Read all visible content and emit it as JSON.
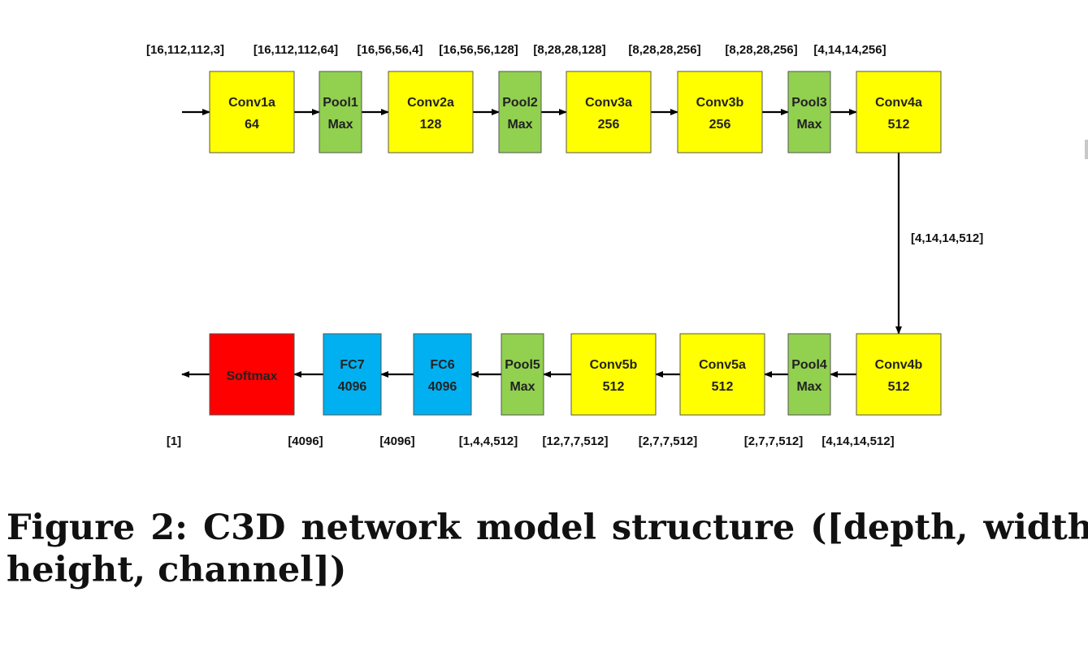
{
  "diagram": {
    "colors": {
      "conv": "#ffff00",
      "pool": "#92d050",
      "fc": "#00b0f0",
      "softmax": "#ff0000",
      "border": "#555555"
    },
    "nodes": [
      {
        "id": "conv1a",
        "kind": "conv",
        "line1": "Conv1a",
        "line2": "64"
      },
      {
        "id": "pool1",
        "kind": "pool",
        "line1": "Pool1",
        "line2": "Max"
      },
      {
        "id": "conv2a",
        "kind": "conv",
        "line1": "Conv2a",
        "line2": "128"
      },
      {
        "id": "pool2",
        "kind": "pool",
        "line1": "Pool2",
        "line2": "Max"
      },
      {
        "id": "conv3a",
        "kind": "conv",
        "line1": "Conv3a",
        "line2": "256"
      },
      {
        "id": "conv3b",
        "kind": "conv",
        "line1": "Conv3b",
        "line2": "256"
      },
      {
        "id": "pool3",
        "kind": "pool",
        "line1": "Pool3",
        "line2": "Max"
      },
      {
        "id": "conv4a",
        "kind": "conv",
        "line1": "Conv4a",
        "line2": "512"
      },
      {
        "id": "conv4b",
        "kind": "conv",
        "line1": "Conv4b",
        "line2": "512"
      },
      {
        "id": "pool4",
        "kind": "pool",
        "line1": "Pool4",
        "line2": "Max"
      },
      {
        "id": "conv5a",
        "kind": "conv",
        "line1": "Conv5a",
        "line2": "512"
      },
      {
        "id": "conv5b",
        "kind": "conv",
        "line1": "Conv5b",
        "line2": "512"
      },
      {
        "id": "pool5",
        "kind": "pool",
        "line1": "Pool5",
        "line2": "Max"
      },
      {
        "id": "fc6",
        "kind": "fc",
        "line1": "FC6",
        "line2": "4096"
      },
      {
        "id": "fc7",
        "kind": "fc",
        "line1": "FC7",
        "line2": "4096"
      },
      {
        "id": "softmax",
        "kind": "softmax",
        "line1": "Softmax",
        "line2": ""
      }
    ],
    "top_dims": [
      "[16,112,112,3]",
      "[16,112,112,64]",
      "[16,56,56,4]",
      "[16,56,56,128]",
      "[8,28,28,128]",
      "[8,28,28,256]",
      "[8,28,28,256]",
      "[4,14,14,256]"
    ],
    "vertical_dim": "[4,14,14,512]",
    "bottom_dims": [
      "[1]",
      "[4096]",
      "[4096]",
      "[1,4,4,512]",
      "[12,7,7,512]",
      "[2,7,7,512]",
      "[2,7,7,512]",
      "[4,14,14,512]"
    ]
  },
  "caption": {
    "line1_words": [
      "Figure",
      "2:",
      "C3D",
      "network",
      "model",
      "structure",
      "([depth,",
      "width,"
    ],
    "line2": "height, channel])"
  }
}
